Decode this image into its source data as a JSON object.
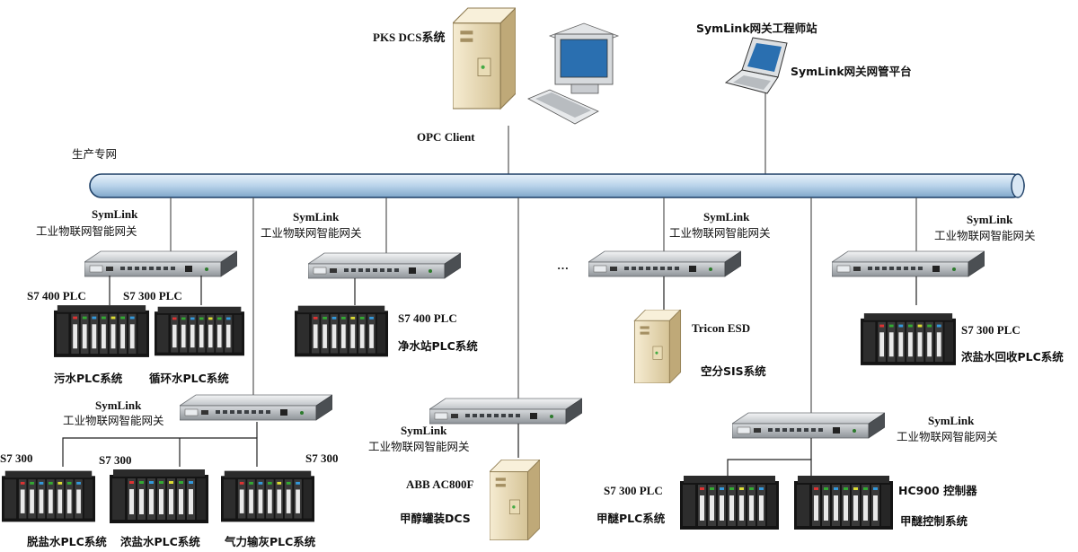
{
  "top": {
    "dcs_label": "PKS DCS系统",
    "opc_label": "OPC Client",
    "eng_station_label": "SymLink网关工程师站",
    "mgmt_platform_label": "SymLink网关网管平台",
    "network_label": "生产专网"
  },
  "gateway_label": {
    "line1": "SymLink",
    "line2": "工业物联网智能网关"
  },
  "ellipsis": "…",
  "systems": {
    "s7_400_a": "S7 400 PLC",
    "s7_300_a": "S7 300 PLC",
    "sewage": "污水PLC系统",
    "circulating": "循环水PLC系统",
    "s7_400_b": "S7 400 PLC",
    "water_station": "净水站PLC系统",
    "tricon": "Tricon ESD",
    "air_sis": "空分SIS系统",
    "s7_300_brine_rec": "S7 300 PLC",
    "brine_recovery": "浓盐水回收PLC系统",
    "s7_300_x1": "S7 300",
    "s7_300_x2": "S7 300",
    "s7_300_x3": "S7 300",
    "desalt": "脱盐水PLC系统",
    "brine": "浓盐水PLC系统",
    "ash": "气力输灰PLC系统",
    "abb": "ABB AC800F",
    "methanol": "甲醇罐装DCS",
    "s7_300_dme": "S7 300 PLC",
    "hc900": "HC900 控制器",
    "dme_plc": "甲醚PLC系统",
    "dme_ctrl": "甲醚控制系统"
  },
  "colors": {
    "bus_fill": "#b9d3ea",
    "bus_stroke": "#1d3f66",
    "gateway_body": "#c4c8cc",
    "plc_body": "#1a1a1a",
    "server_body": "#eadcb8"
  },
  "icons": [
    "server-icon",
    "pc-monitor-icon",
    "keyboard-icon",
    "laptop-icon",
    "gateway-icon",
    "plc-rack-icon"
  ]
}
